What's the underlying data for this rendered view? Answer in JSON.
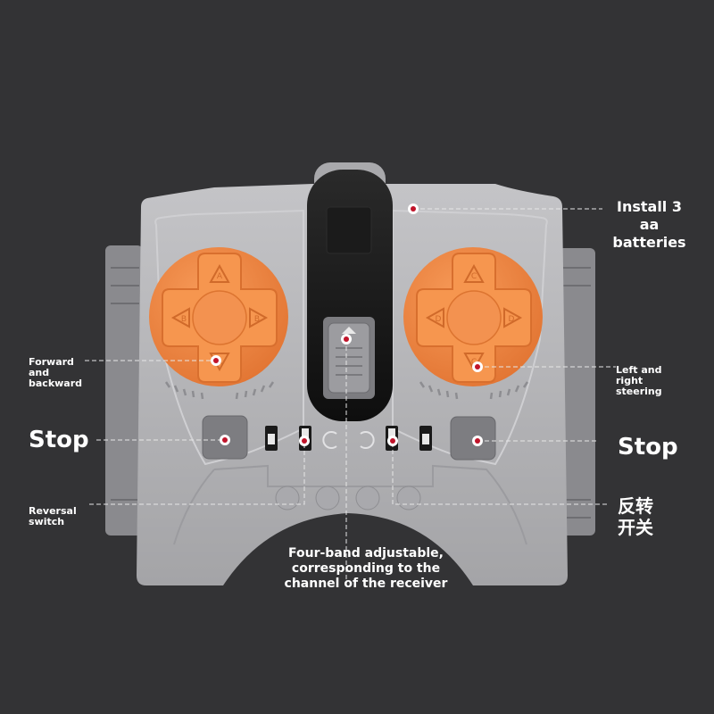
{
  "remote": {
    "left_pad_buttons": [
      "A",
      "B",
      "B",
      "A"
    ],
    "right_pad_buttons": [
      "C",
      "D",
      "D",
      "C"
    ]
  },
  "labels": {
    "batteries": "Install 3\naa\nbatteries",
    "forward_backward": "Forward\nand\nbackward",
    "left_right": "Left and\nright\nsteering",
    "stop_left": "Stop",
    "stop_right": "Stop",
    "reversal_en": "Reversal\nswitch",
    "reversal_cn": "反转\n开关",
    "four_band": "Four-band adjustable,\ncorresponding to the\nchannel of the receiver"
  },
  "colors": {
    "background": "#333335",
    "body": "#b3b3b6",
    "orange": "#f28a45",
    "marker": "#c0142a"
  }
}
